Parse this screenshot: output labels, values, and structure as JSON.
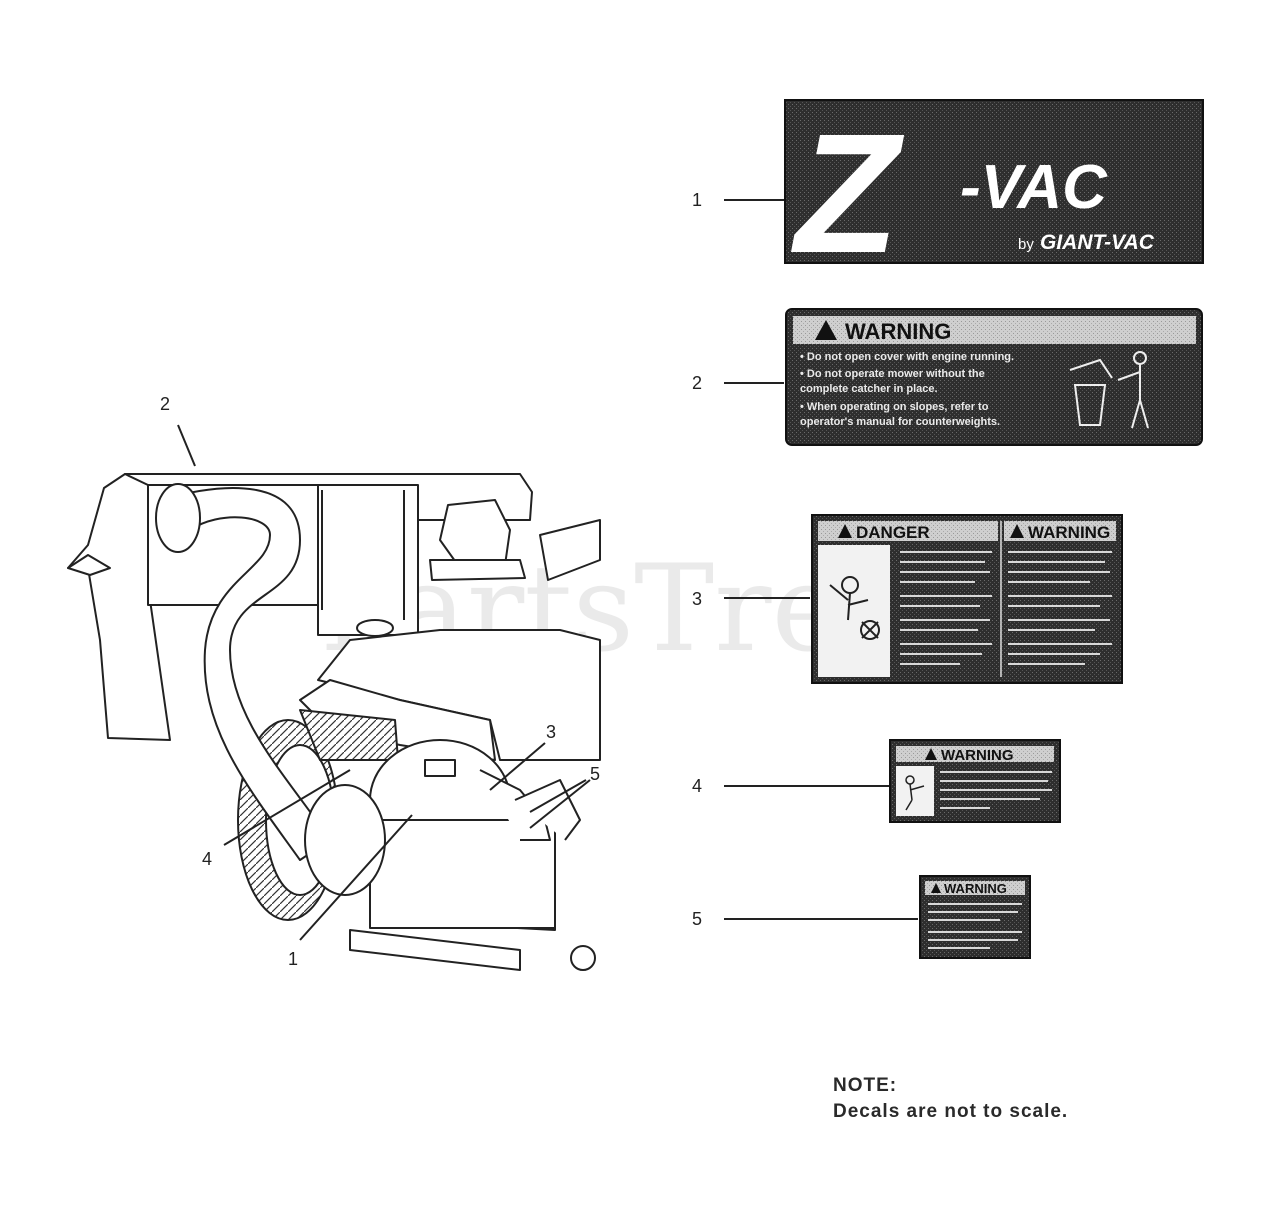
{
  "watermark": "PartsTree",
  "callouts_left": [
    "2",
    "3",
    "5",
    "4",
    "1"
  ],
  "callouts_right": [
    "1",
    "2",
    "3",
    "4",
    "5"
  ],
  "decal1": {
    "main": "Z",
    "suffix": "-VAC",
    "by": "by",
    "brand": "GIANT-VAC"
  },
  "decal2": {
    "title": "WARNING",
    "lines": [
      "• Do not open cover with engine running.",
      "• Do not operate mower without the",
      "  complete catcher in place.",
      "• When operating on slopes, refer to",
      "  operator's manual for counterweights."
    ]
  },
  "decal3": {
    "left_title": "DANGER",
    "right_title": "WARNING"
  },
  "decal4": {
    "title": "WARNING"
  },
  "decal5": {
    "title": "WARNING"
  },
  "note": {
    "heading": "NOTE:",
    "text": "Decals are not to scale."
  },
  "colors": {
    "decal_dark": "#2b2b2b",
    "line": "#222222"
  }
}
